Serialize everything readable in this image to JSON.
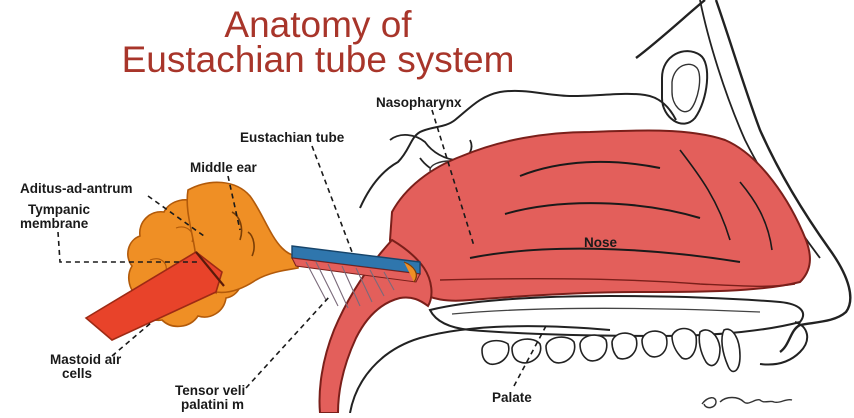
{
  "title": {
    "line1": "Anatomy of",
    "line2": "Eustachian tube system"
  },
  "labels": {
    "nasopharynx": "Nasopharynx",
    "eustachian_tube": "Eustachian tube",
    "middle_ear": "Middle ear",
    "aditus": "Aditus-ad-antrum",
    "tympanic_1": "Tympanic",
    "tympanic_2": "membrane",
    "nose": "Nose",
    "mastoid_1": "Mastoid air",
    "mastoid_2": "cells",
    "tensor_1": "Tensor veli",
    "tensor_2": "palatini m",
    "palate": "Palate"
  },
  "colors": {
    "title": "#a8352a",
    "mucosa": "#e35f5b",
    "ear": "#ef8f25",
    "tube": "#2f76ad",
    "muscle": "#e8432a"
  }
}
